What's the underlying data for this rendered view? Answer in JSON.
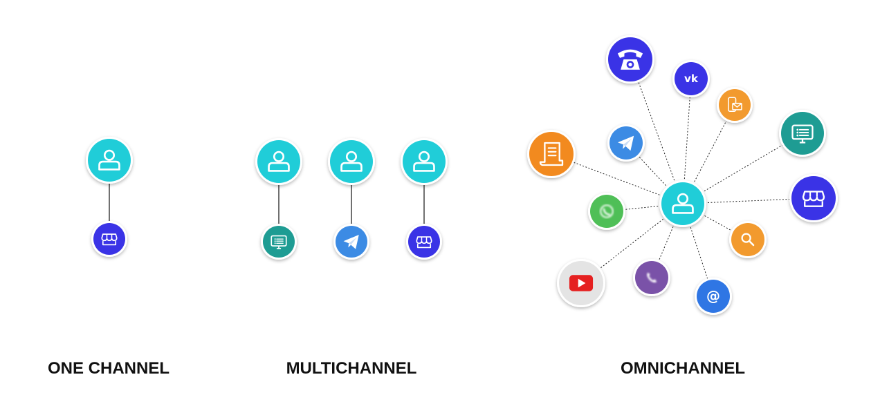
{
  "sections": [
    {
      "title": "ONE CHANNEL"
    },
    {
      "title": "MULTICHANNEL"
    },
    {
      "title": "OMNICHANNEL"
    }
  ],
  "colors": {
    "customer": "#20cdd8",
    "store": "#3a33e6",
    "chat": "#1e9c93",
    "telegram": "#3c8be4",
    "phone": "#3a33e6",
    "vk": "#3a33e6",
    "sms": "#f29a2e",
    "receipt": "#f28a1f",
    "whatsapp": "#4fbf57",
    "search": "#f29a2e",
    "viber": "#7a52a8",
    "email": "#2f76e4",
    "youtube": "#e52020"
  },
  "icons": {
    "customer": "person-icon",
    "store": "store-icon",
    "chat": "chat-window-icon",
    "telegram": "telegram-icon",
    "phone": "phone-icon",
    "vk": "vk-icon",
    "sms": "phone-mail-icon",
    "receipt": "receipt-icon",
    "whatsapp": "whatsapp-icon",
    "search": "search-icon",
    "viber": "viber-icon",
    "email": "email-at-icon",
    "youtube": "youtube-icon"
  }
}
